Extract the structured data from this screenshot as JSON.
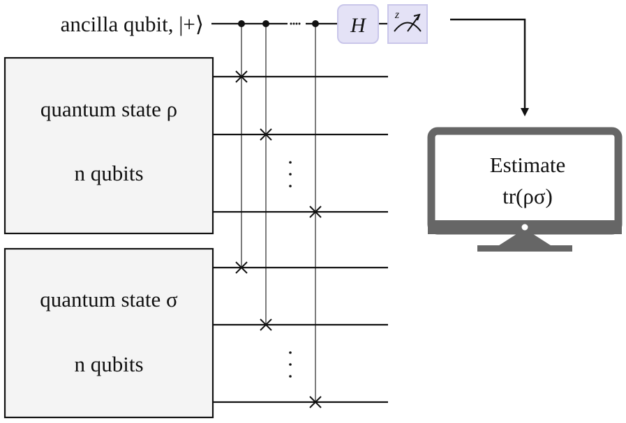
{
  "ancilla": {
    "label": "ancilla qubit, |+⟩",
    "hadamard_label": "H",
    "measure_basis": "z"
  },
  "register_rho": {
    "title": "quantum state ρ",
    "size_label": "n qubits"
  },
  "register_sigma": {
    "title": "quantum state σ",
    "size_label": "n qubits"
  },
  "computer": {
    "line1": "Estimate",
    "line2": "tr(ρσ)"
  },
  "colors": {
    "wire": "#111111",
    "box_fill": "#f4f4f4",
    "gate_fill": "#e4e2f6",
    "gate_stroke": "#c9c6ea",
    "monitor": "#666666"
  }
}
